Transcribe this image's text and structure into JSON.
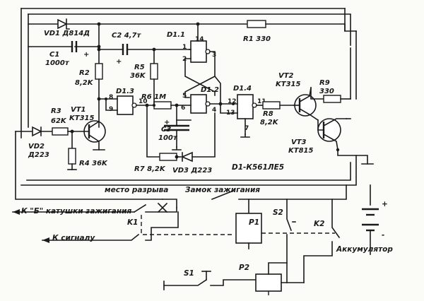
{
  "labels": {
    "vd1": "VD1 Д814Д",
    "c1": "C1",
    "c1v": "1000т",
    "c2": "C2 4,7т",
    "d11": "D1.1",
    "r1": "R1 330",
    "r2": "R2",
    "r2v": "8,2K",
    "r5": "R5",
    "r5v": "36K",
    "d13": "D1.3",
    "d12": "D1.2",
    "d14": "D1.4",
    "vt2": "VT2",
    "vt2v": "KT315",
    "r9": "R9",
    "r9v": "330",
    "r6": "R6 1M",
    "vt1": "VT1",
    "vt1v": "KT315",
    "r3": "R3",
    "r3v": "62K",
    "c3": "C3",
    "c3v": "100т",
    "r8": "R8",
    "r8v": "8,2K",
    "vt3": "VT3",
    "vt3v": "KT815",
    "vd2": "VD2",
    "vd2v": "Д223",
    "r4": "R4 36K",
    "r7": "R7 8,2K",
    "vd3": "VD3 Д223",
    "d1": "D1-К561ЛЕ5",
    "break_point": "место разрыва",
    "ignition_lock": "Замок зажигания",
    "coil_b": "К \"Б\" катушки зажигания",
    "k1": "K1",
    "p1": "P1",
    "s2": "S2",
    "k2": "K2",
    "to_signal": "К сигналу",
    "battery": "Аккумулятор",
    "s1": "S1",
    "p2": "P2",
    "plus": "+",
    "minus": "-",
    "c1plus": "+",
    "c2plus": "+",
    "c3plus": "+"
  },
  "pins": {
    "p1": "1",
    "p2": "2",
    "p3": "3",
    "p14": "14",
    "p5": "5",
    "p6": "6",
    "p4": "4",
    "p8": "8",
    "p9": "9",
    "p10": "10",
    "p12": "12",
    "p13": "13",
    "p11": "11",
    "p7": "7"
  }
}
